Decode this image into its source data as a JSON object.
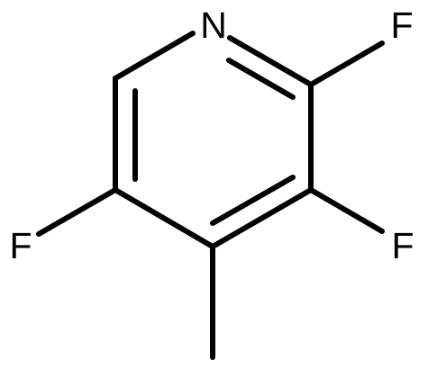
{
  "molecule": {
    "atoms": {
      "n1": "N",
      "f2": "F",
      "f3": "F",
      "f5": "F"
    },
    "colors": {
      "bond": "#000000",
      "label": "#000000",
      "background": "#ffffff"
    }
  }
}
